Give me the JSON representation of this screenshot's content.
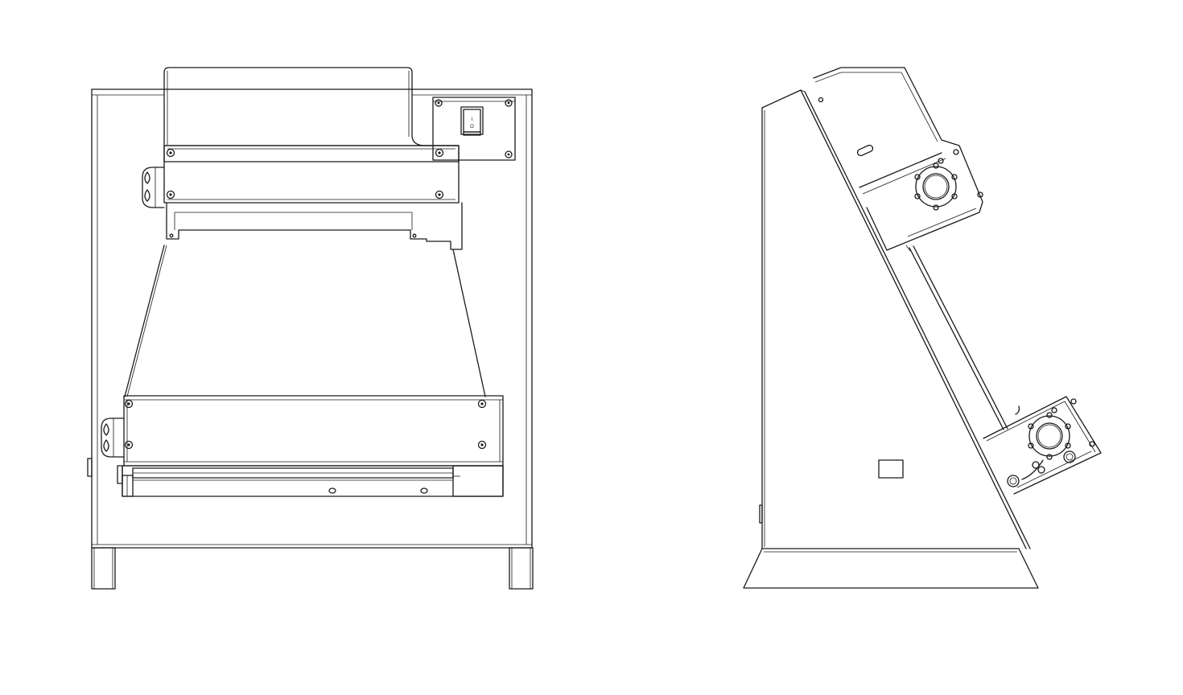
{
  "drawing": {
    "background": "#ffffff",
    "line_color": "#1a1a1a",
    "views": [
      {
        "id": "front-view"
      },
      {
        "id": "side-view"
      }
    ],
    "switch_marks": {
      "on": "I",
      "off": "O"
    }
  }
}
